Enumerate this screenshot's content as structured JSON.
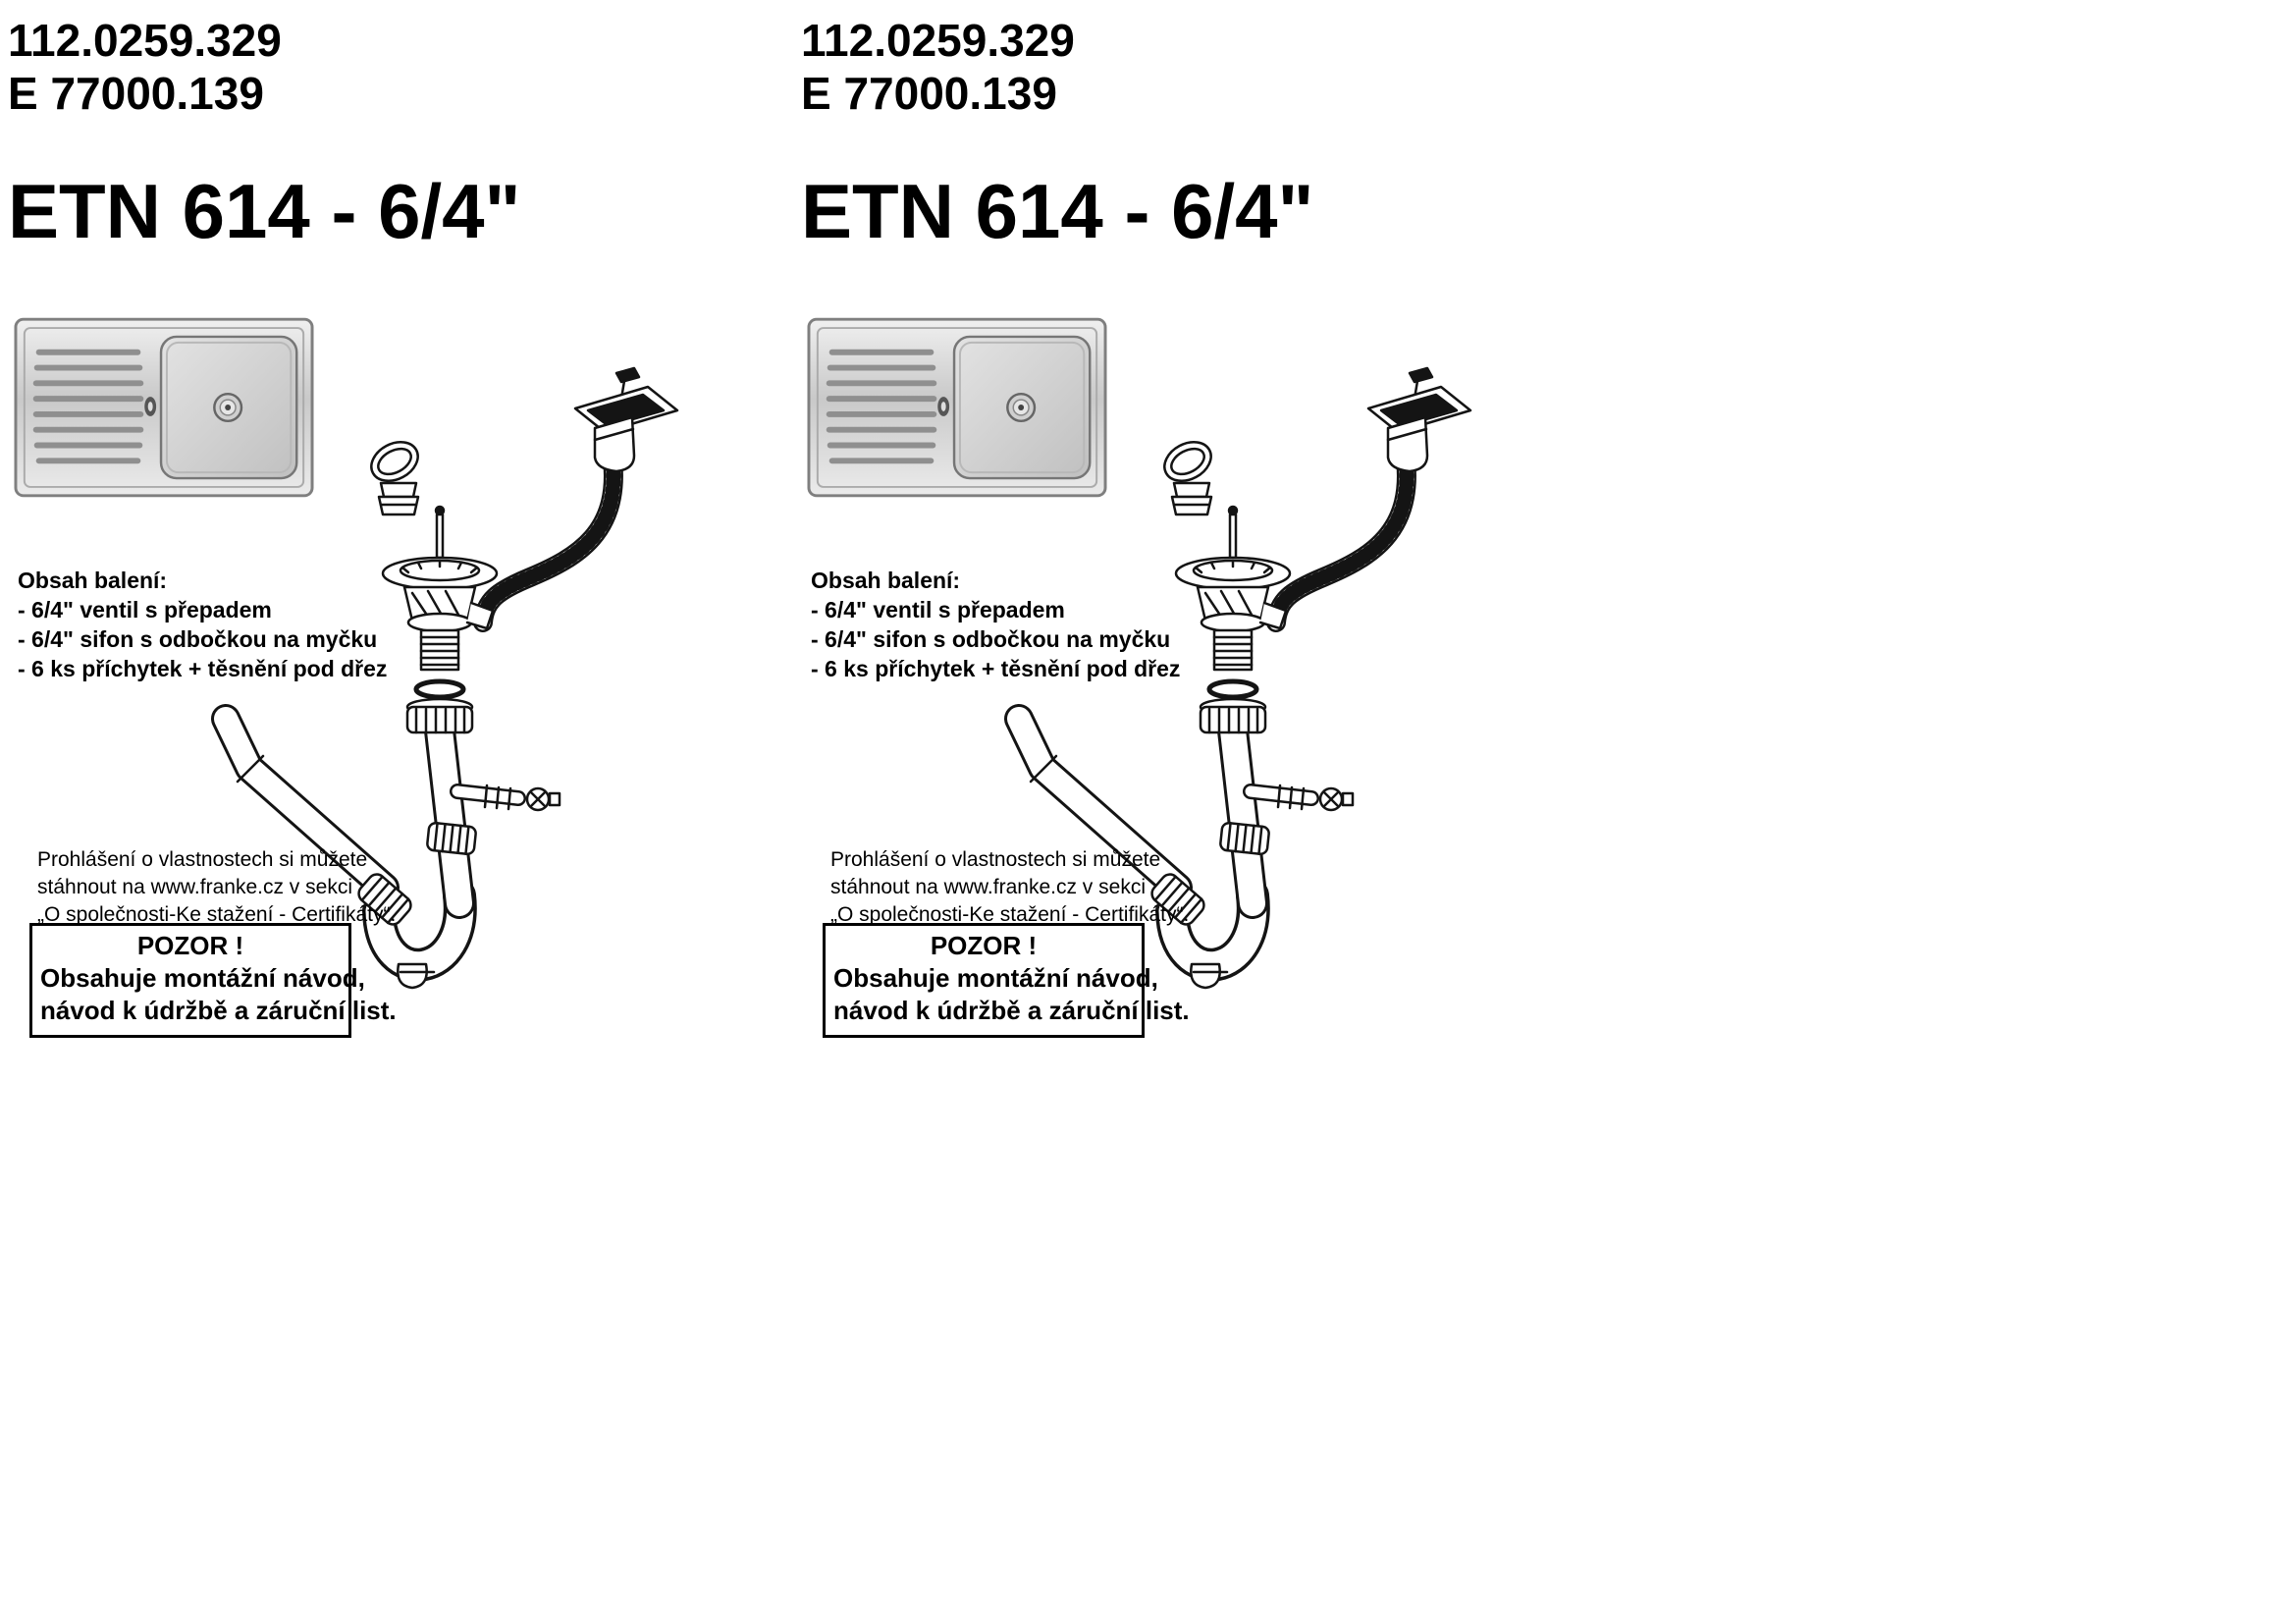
{
  "illustrations": {
    "sink": "sink-top-view-illustration",
    "assembly": "drain-siphon-assembly-drawing"
  },
  "panel": {
    "code_line_1": "112.0259.329",
    "code_line_2": "E 77000.139",
    "title": "ETN 614 - 6/4\"",
    "contents": {
      "heading": "Obsah balení:",
      "items": [
        "- 6/4\" ventil s přepadem",
        "- 6/4\" sifon s odbočkou na myčku",
        "- 6 ks příchytek + těsnění pod dřez"
      ]
    },
    "declaration": {
      "line1": "Prohlášení o vlastnostech si můžete",
      "line2": "stáhnout na www.franke.cz  v sekci",
      "line3": "„O společnosti-Ke stažení - Certifikáty“."
    },
    "warning": {
      "title": "POZOR !",
      "line1": "Obsahuje montážní návod,",
      "line2": "návod k údržbě a záruční list."
    }
  }
}
